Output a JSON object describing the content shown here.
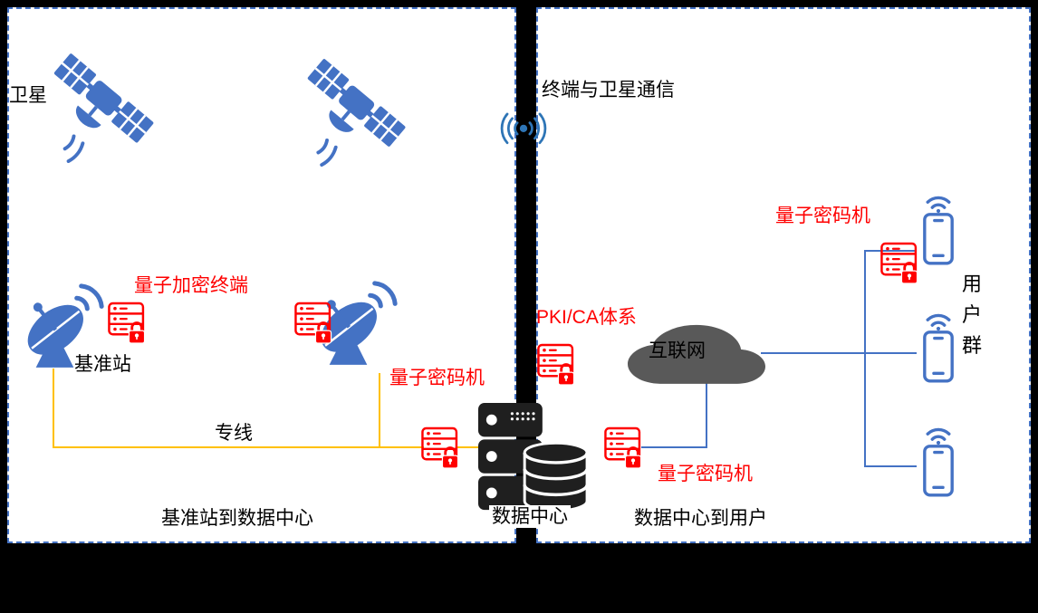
{
  "colors": {
    "blue": "#4472C4",
    "red": "#FF0000",
    "orange": "#FFC000",
    "cloud": "#595959",
    "server": "#1F1F1F",
    "signal": "#2E75B6"
  },
  "left_panel": {
    "satellite_label": "卫星",
    "quantum_terminal_label": "量子加密终端",
    "base_station_label": "基准站",
    "quantum_cipher_label": "量子密码机",
    "leased_line_label": "专线",
    "caption": "基准站到数据中心"
  },
  "center": {
    "broadcast_label": "终端与卫星通信",
    "data_center_label": "数据中心"
  },
  "right_panel": {
    "pki_label": "PKI/CA体系",
    "internet_label": "互联网",
    "quantum_cipher_top_label": "量子密码机",
    "quantum_cipher_bottom_label": "量子密码机",
    "user_group_label": "用户群",
    "caption": "数据中心到用户"
  },
  "icons": [
    "satellite-icon",
    "satellite-dish-icon",
    "encrypted-server-icon",
    "data-center-icon",
    "cloud-icon",
    "smartphone-icon",
    "wireless-signal-icon"
  ]
}
